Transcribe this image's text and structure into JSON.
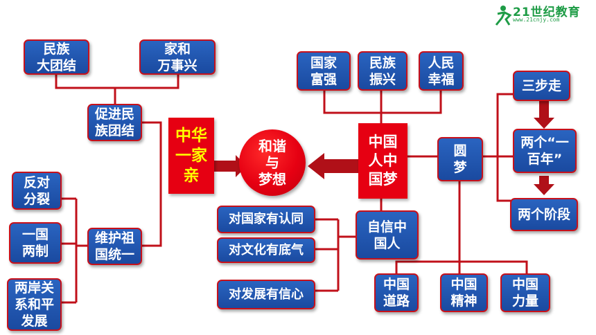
{
  "logo": {
    "text": "21世纪教育",
    "url": "www.21cnjy.com"
  },
  "center": "和谐\n与\n梦想",
  "left": {
    "main": "中华\n一家\n亲",
    "promote": "促进民\n族团结",
    "unity": "民族\n大团结",
    "prosper": "家和\n万事兴",
    "defend": "维护祖\n国统一",
    "oppose": "反对\n分裂",
    "two_systems": "一国\n两制",
    "cross_strait": "两岸关\n系和平\n发展"
  },
  "right": {
    "dream": "中国\n人中\n国梦",
    "rich": "国家\n富强",
    "rejuvenation": "民族\n振兴",
    "happiness": "人民\n幸福",
    "yuanmeng": "圆\n梦",
    "three_steps": "三步走",
    "two_centuries": "两个“一\n百年”",
    "two_stages": "两个阶段",
    "confident": "自信中\n国人",
    "identity": "对国家有认同",
    "culture": "对文化有底气",
    "development": "对发展有信心",
    "road": "中国\n道路",
    "spirit": "中国\n精神",
    "power": "中国\n力量"
  },
  "colors": {
    "box_blue": "#1f55ae",
    "box_border": "#c8101a",
    "red": "#e60012",
    "yellow_text": "#ffff00",
    "line": "#c0101a",
    "arrow": "#b01018"
  }
}
